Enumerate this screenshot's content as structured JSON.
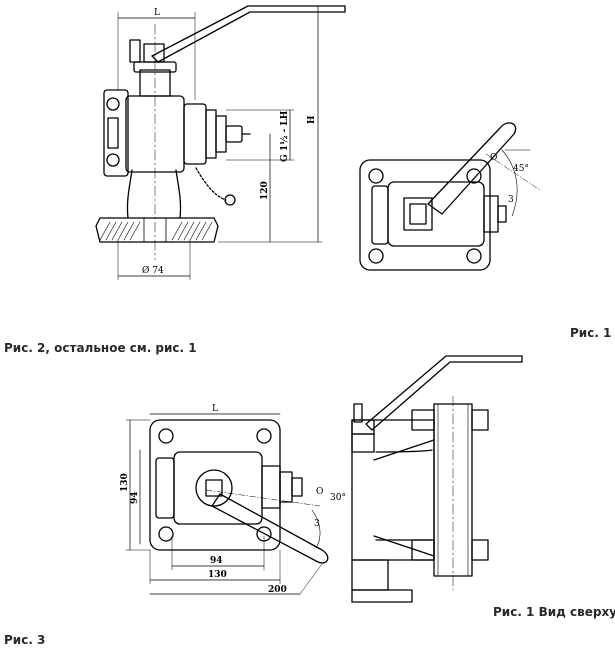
{
  "captions": {
    "fig1": "Рис. 1",
    "fig2": "Рис. 2, остальное см. рис. 1",
    "fig1_top": "Рис. 1 Вид сверху",
    "fig3": "Рис. 3"
  },
  "fig1_dims": {
    "length": "L",
    "height": "H",
    "thread": "G 1½ - LH",
    "height_120": "120",
    "flange_dia": "Ø 74"
  },
  "fig1_top_dims": {
    "angle": "45°",
    "closed": "O",
    "open": "3"
  },
  "fig3_dims": {
    "length": "L",
    "h130": "130",
    "h94": "94",
    "w94": "94",
    "w130": "130",
    "w200": "200",
    "angle": "30°",
    "closed": "O",
    "open": "3"
  },
  "colors": {
    "line": "#000000",
    "text": "#2a2a2a"
  }
}
